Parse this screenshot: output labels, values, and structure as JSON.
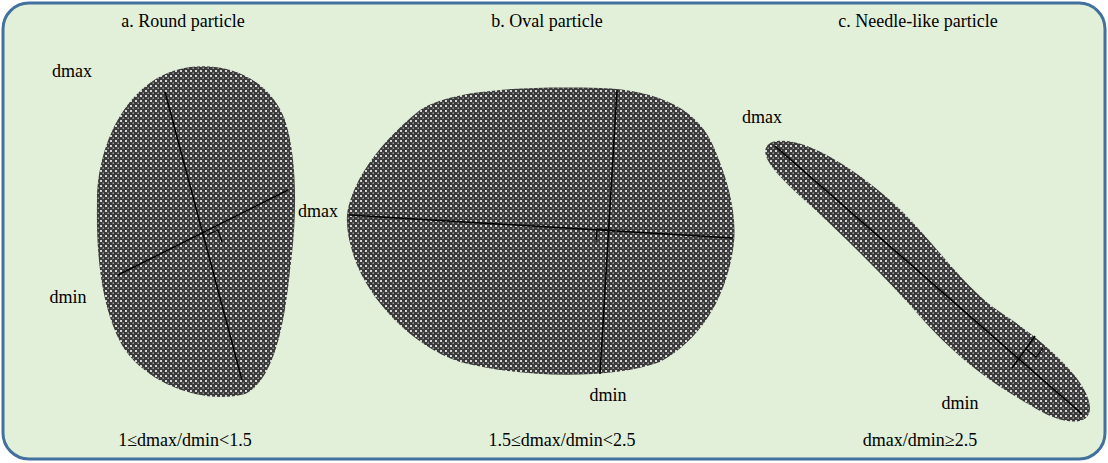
{
  "diagram": {
    "labels": [
      "a. Round particle",
      "b. Oval particle",
      "c. Needle-like particle",
      "dmax",
      "dmin",
      "dmax",
      "dmin",
      "dmax",
      "dmin",
      "1≤dmax/dmin<1.5",
      "1.5≤dmax/dmin<2.5",
      "dmax/dmin≥2.5"
    ]
  }
}
